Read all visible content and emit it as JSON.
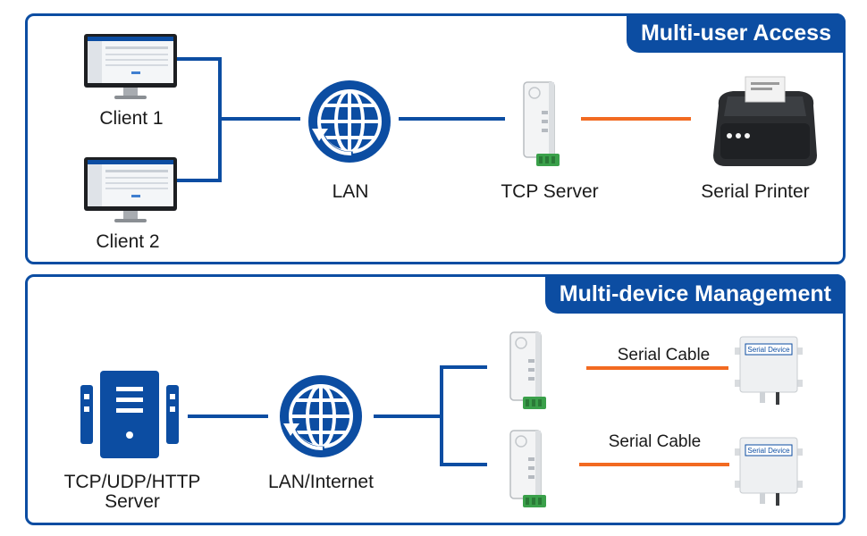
{
  "top_panel": {
    "title": "Multi-user Access",
    "client1": "Client 1",
    "client2": "Client 2",
    "lan": "LAN",
    "tcp_server": "TCP Server",
    "printer": "Serial Printer"
  },
  "bottom_panel": {
    "title": "Multi-device Management",
    "server_line1": "TCP/UDP/HTTP",
    "server_line2": "Server",
    "network": "LAN/Internet",
    "cable1": "Serial Cable",
    "cable2": "Serial Cable",
    "device_label": "Serial Device"
  },
  "colors": {
    "blue": "#0c4da2",
    "orange": "#f26a21",
    "green": "#3aa04a"
  }
}
